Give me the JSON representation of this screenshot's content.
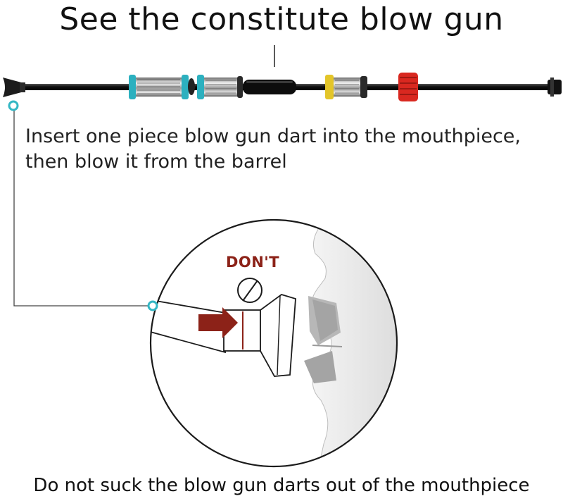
{
  "title": "See the constitute blow gun",
  "instruction": {
    "line1": "Insert one piece blow gun dart into the mouthpiece,",
    "line2": "then blow it from the barrel"
  },
  "warning_label": "DON'T",
  "caption": "Do not suck the blow gun darts out of the mouthpiece",
  "colors": {
    "cyan_accent": "#33b7c4",
    "yellow_ring": "#e3c529",
    "red_ring": "#d92820",
    "warning_red": "#8c2218",
    "face_gray": "#d8d8d8",
    "barrel_black": "#1a1a1a"
  },
  "icons": [
    "prohibition-icon",
    "arrow-right-icon"
  ]
}
